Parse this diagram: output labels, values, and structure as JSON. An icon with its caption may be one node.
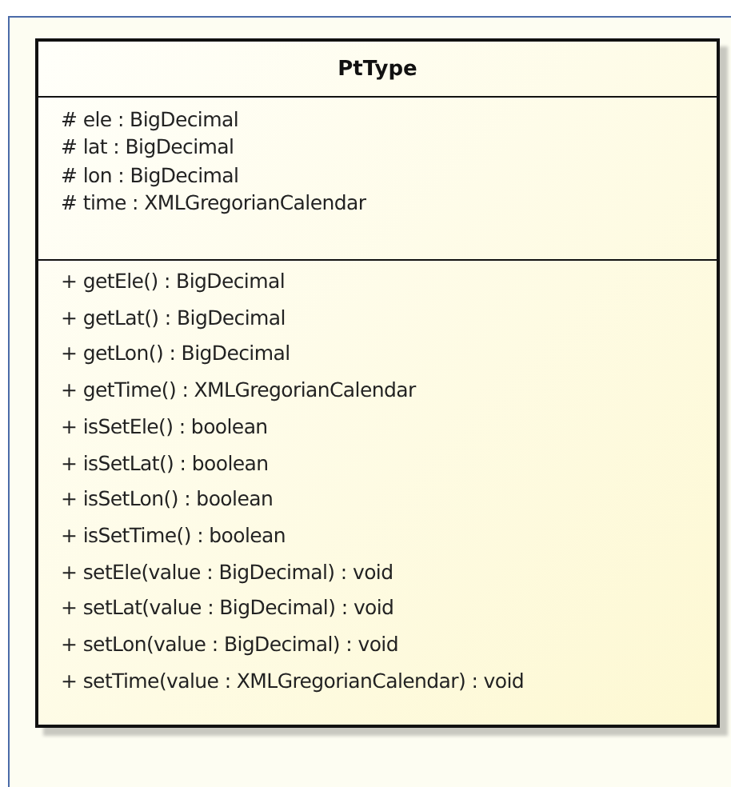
{
  "diagram": {
    "nodes": [
      {
        "text": [
          "PtType"
        ]
      },
      {
        "text": [
          "# ele : BigDecimal",
          "# lat : BigDecimal",
          "# lon : BigDecimal",
          "# time : XMLGregorianCalendar"
        ],
        "in": 0
      },
      {
        "text": [
          "+ getEle() : BigDecimal",
          "+ getLat() : BigDecimal",
          "+ getLon() : BigDecimal",
          "+ getTime() : XMLGregorianCalendar",
          "+ isSetEle() : boolean",
          "+ isSetLat() : boolean",
          "+ isSetLon() : boolean",
          "+ isSetTime() : boolean",
          "+ setEle(value : BigDecimal) : void",
          "+ setLat(value : BigDecimal) : void",
          "+ setLon(value : BigDecimal) : void",
          "+ setTime(value : XMLGregorianCalendar) : void"
        ],
        "in": 0
      }
    ]
  }
}
